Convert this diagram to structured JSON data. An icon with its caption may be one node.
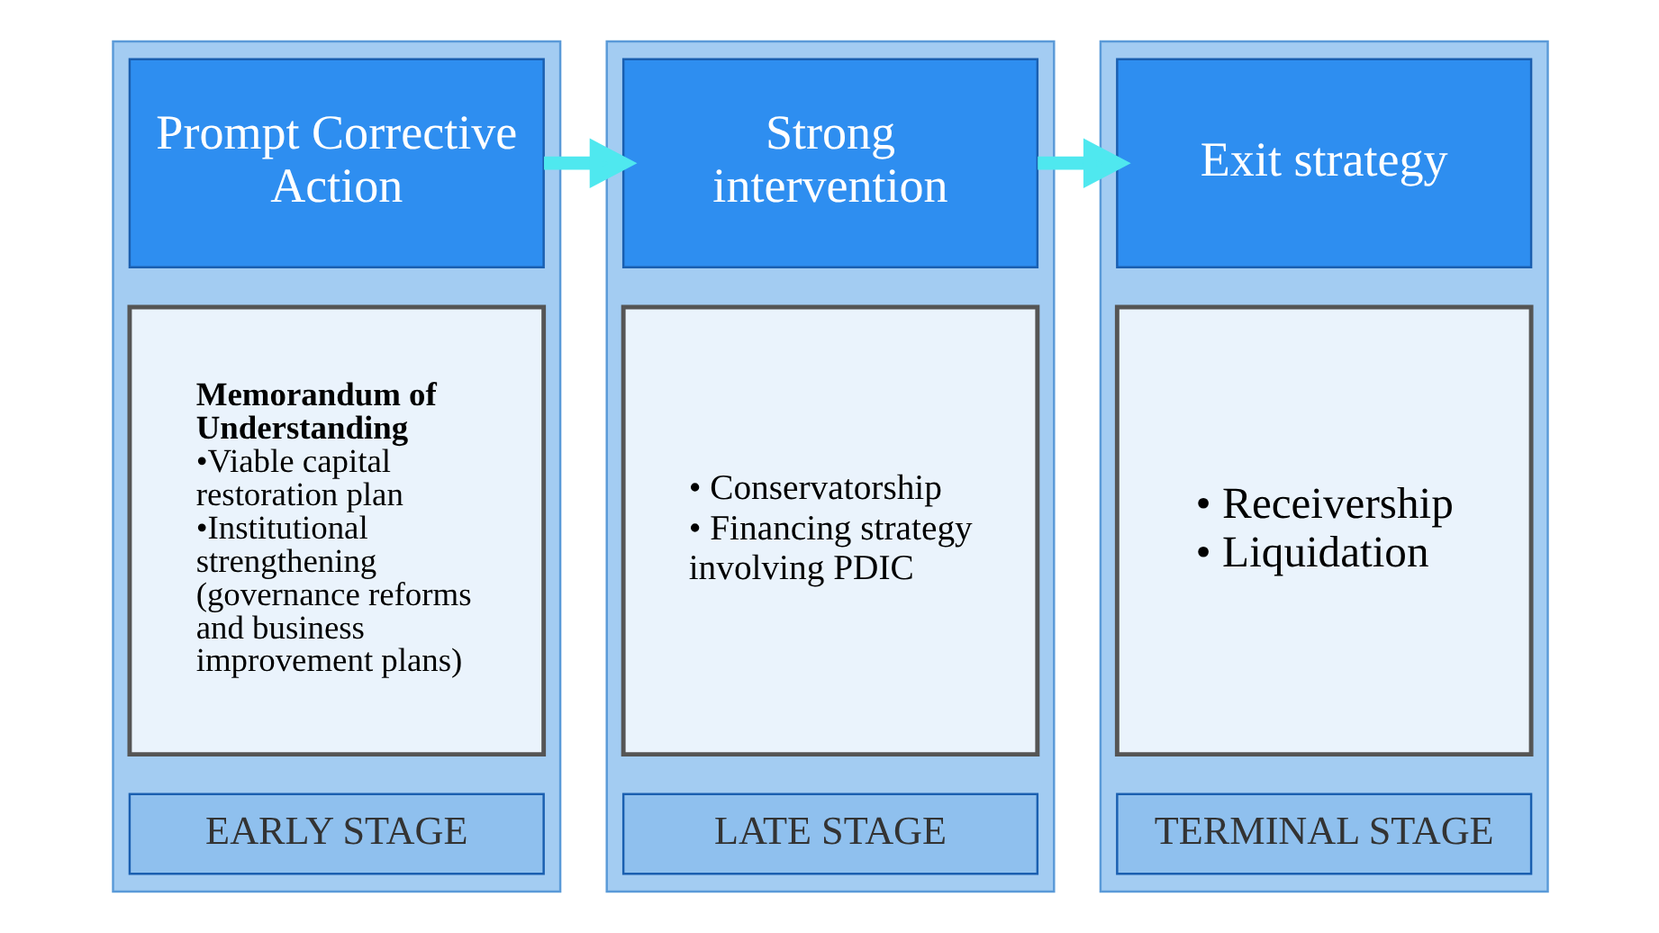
{
  "diagram": {
    "nodes": [
      {
        "text": [],
        "shape": "box"
      },
      {
        "text": [
          "Prompt Corrective Action"
        ],
        "in": 0
      },
      {
        "text": [
          "Memorandum of Understanding",
          "•Viable capital restoration plan",
          "•Institutional strengthening (governance reforms and business improvement plans)"
        ],
        "in": 0
      },
      {
        "text": [
          "EARLY STAGE"
        ],
        "in": 0
      },
      {
        "text": [],
        "shape": "box"
      },
      {
        "text": [
          "Strong intervention"
        ],
        "in": 4
      },
      {
        "text": [
          "• Conservatorship",
          "• Financing strategy involving PDIC"
        ],
        "in": 4
      },
      {
        "text": [
          "LATE STAGE"
        ],
        "in": 4
      },
      {
        "text": [],
        "shape": "box"
      },
      {
        "text": [
          "Exit strategy"
        ],
        "in": 8
      },
      {
        "text": [
          "• Receivership",
          "• Liquidation"
        ],
        "in": 8
      },
      {
        "text": [
          "TERMINAL STAGE"
        ],
        "in": 8
      }
    ],
    "edges": [
      {
        "from": 1,
        "to": 5,
        "arrow": "to"
      },
      {
        "from": 5,
        "to": 9,
        "arrow": "to"
      }
    ]
  }
}
